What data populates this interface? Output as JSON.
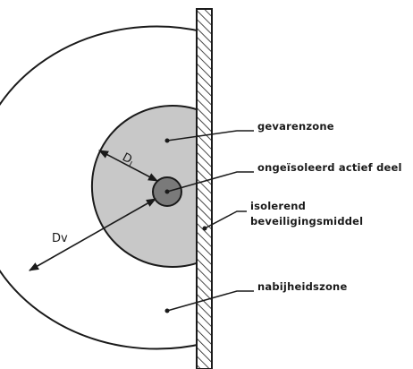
{
  "labels": {
    "danger_zone": "gevarenzone",
    "live_part": "ongeïsoleerd actief deel",
    "barrier_line1": "isolerend",
    "barrier_line2": "beveiligingsmiddel",
    "proximity_zone": "nabijheidszone"
  },
  "dimensions": {
    "dl_main": "D",
    "dl_sub": "L",
    "dv": "Dv"
  },
  "colors": {
    "danger_fill": "#c8c8c8",
    "live_fill": "#7a7a7a",
    "line": "#1a1a1a"
  }
}
